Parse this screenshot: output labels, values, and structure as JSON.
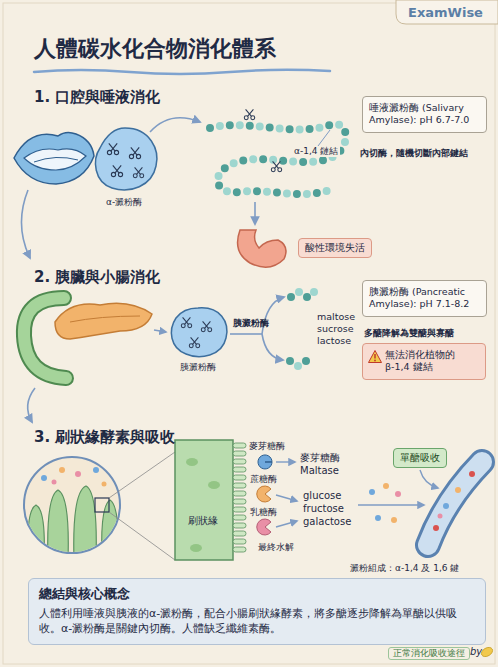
{
  "diagram": {
    "title": "人體碳水化合物消化體系",
    "nodes": [
      {
        "text": [
          "唾液澱粉酶 (Salivary Amylase): pH 6.7-7.0"
        ]
      },
      {
        "text": [
          "酸性環境失活"
        ]
      },
      {
        "text": [
          "胰澱粉酶 (Pancreatic Amylase): pH 7.1-8.2"
        ]
      },
      {
        "text": [
          "無法消化植物的 β-1,4 鍵結"
        ]
      },
      {
        "text": [
          "單醣吸收"
        ]
      },
      {
        "text": [
          "總結與核心概念",
          "人體利用唾液與胰液的α-澱粉酶，配合小腸刷狀緣酵素，將多醣逐步降解為單醣以供吸收。α-澱粉酶是關鍵內切酶。人體缺乏纖維素酶。"
        ]
      }
    ],
    "labels": [
      "ExamWise",
      "1. 口腔與唾液消化",
      "α-澱粉酶",
      "α-1,4 鏈結",
      "內切酶，隨機切斷內部鍵結",
      "2. 胰臟與小腸消化",
      "胰澱粉酶",
      "胰澱粉酶",
      "maltose",
      "sucrose",
      "lactose",
      "多醣降解為雙醣與寡醣",
      "3. 刷狀緣酵素與吸收",
      "麥芽糖酶",
      "蔗糖酶",
      "乳糖酶",
      "刷狀緣",
      "最終水解",
      "麥芽糖酶",
      "Maltase",
      "glucose",
      "fructose",
      "galactose",
      "澱粉組成：α-1,4 及 1,6 鍵",
      "正常消化吸收途徑",
      "by"
    ]
  }
}
